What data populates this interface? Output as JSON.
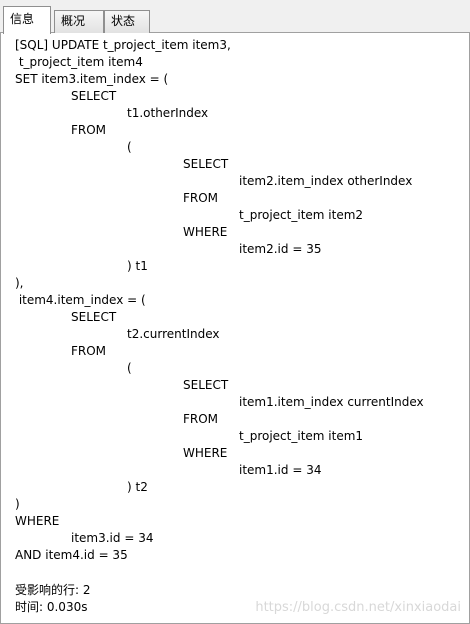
{
  "tabs": [
    {
      "label": "信息"
    },
    {
      "label": "概况"
    },
    {
      "label": "状态"
    }
  ],
  "sql_lines": [
    "[SQL] UPDATE t_project_item item3,",
    " t_project_item item4",
    "SET item3.item_index = (",
    "SELECT",
    "t1.otherIndex",
    "FROM",
    "(",
    "SELECT",
    "item2.item_index otherIndex",
    "FROM",
    "t_project_item item2",
    "WHERE",
    "item2.id = 35",
    ") t1",
    "),",
    " item4.item_index = (",
    "SELECT",
    "t2.currentIndex",
    "FROM",
    "(",
    "SELECT",
    "item1.item_index currentIndex",
    "FROM",
    "t_project_item item1",
    "WHERE",
    "item1.id = 34",
    ") t2",
    ")",
    "WHERE",
    "item3.id = 34",
    "AND item4.id = 35"
  ],
  "result": {
    "affected_rows": "受影响的行: 2",
    "time": "时间: 0.030s"
  },
  "watermark": "https://blog.csdn.net/xinxiaodai"
}
